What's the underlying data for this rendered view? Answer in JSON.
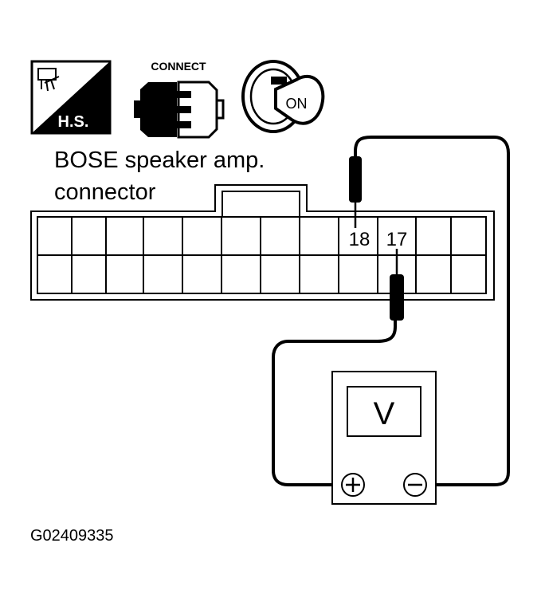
{
  "icons": {
    "harness_sign": "H.S.",
    "connect_label": "CONNECT",
    "ignition_label": "ON"
  },
  "connector": {
    "title_line1": "BOSE speaker amp.",
    "title_line2": "connector",
    "pin_left": "18",
    "pin_right": "17"
  },
  "meter": {
    "symbol": "V",
    "plus_terminal": "+",
    "minus_terminal": "−"
  },
  "figure_code": "G02409335"
}
